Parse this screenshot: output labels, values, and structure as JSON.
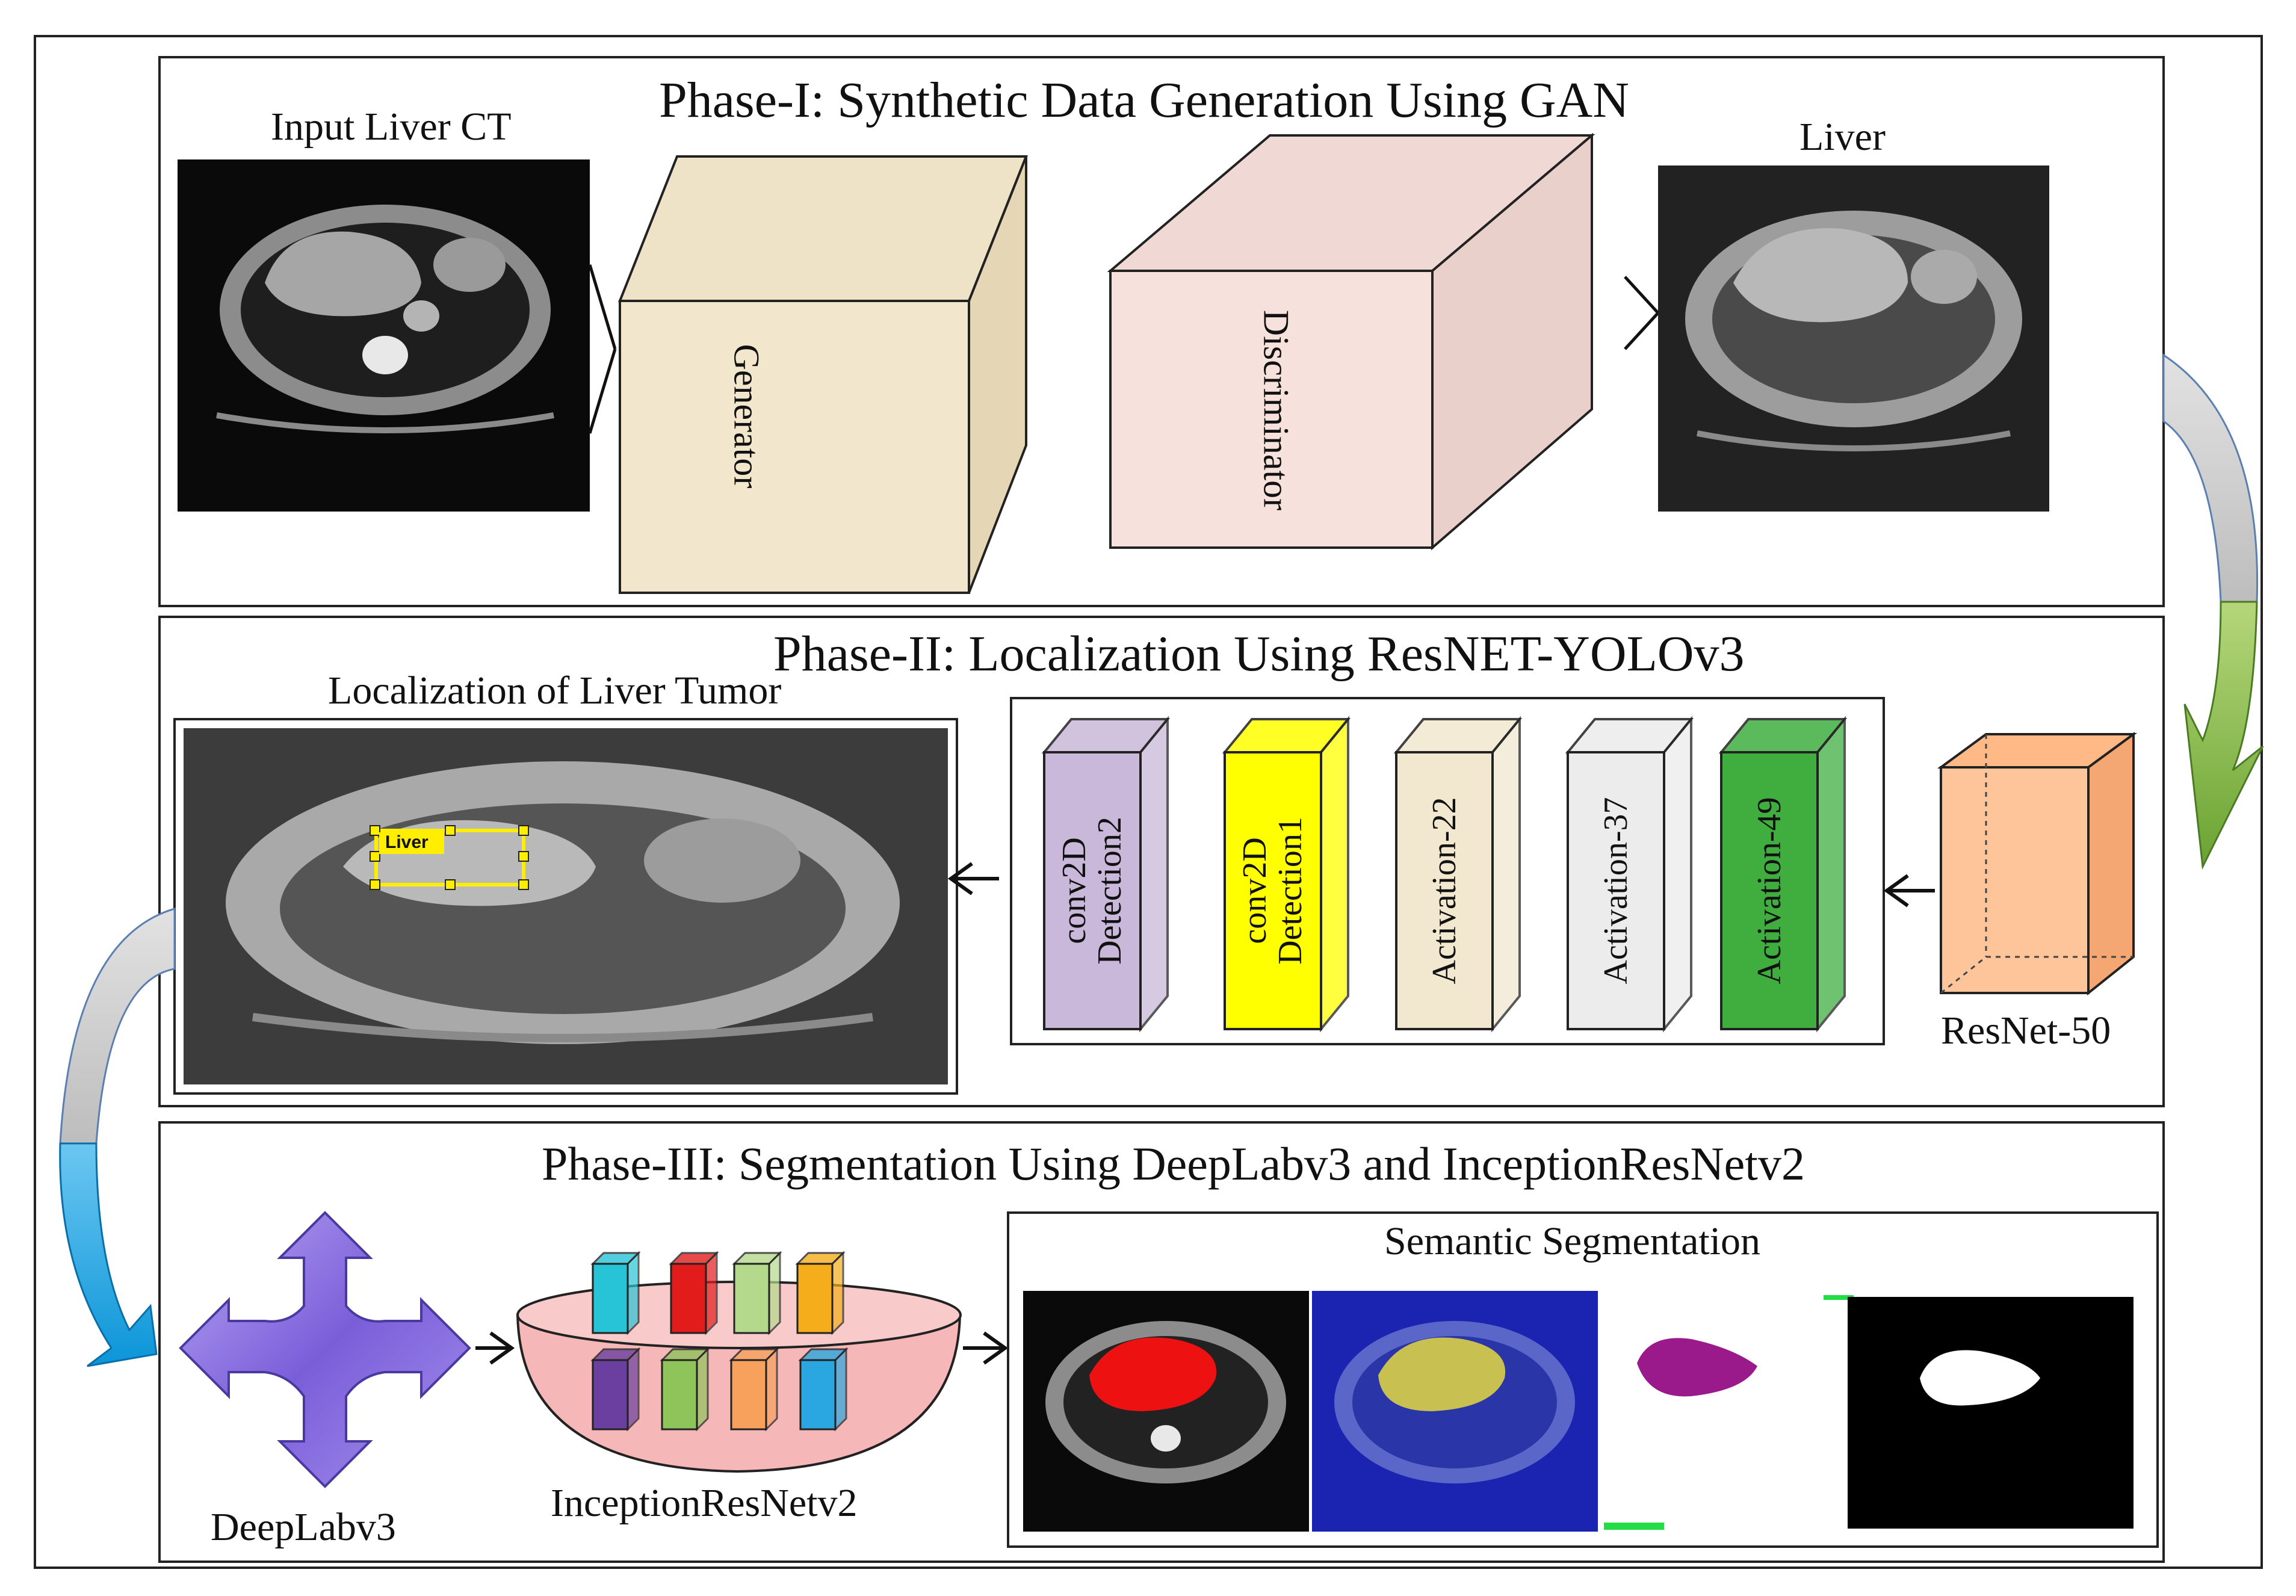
{
  "phase1": {
    "title": "Phase-I: Synthetic Data Generation Using GAN",
    "input_label": "Input Liver CT",
    "generator_label": "Generator",
    "discriminator_label": "Discriminator",
    "output_label": "Liver"
  },
  "phase2": {
    "title": "Phase-II: Localization Using ResNET-YOLOv3",
    "localization_label": "Localization of Liver Tumor",
    "bbox_label": "Liver",
    "layers": [
      {
        "label": "conv2D\nDetection2",
        "color": "#c9b8d9"
      },
      {
        "label": "conv2D\nDetection1",
        "color": "#ffff00"
      },
      {
        "label": "Activation-22",
        "color": "#f2e8cf"
      },
      {
        "label": "Activation-37",
        "color": "#ececec"
      },
      {
        "label": "Activation-49",
        "color": "#3fae3f"
      }
    ],
    "backbone_label": "ResNet-50"
  },
  "phase3": {
    "title": "Phase-III: Segmentation Using DeepLabv3 and InceptionResNetv2",
    "deeplab_label": "DeepLabv3",
    "inception_label": "InceptionResNetv2",
    "semantic_label": "Semantic Segmentation"
  },
  "colors": {
    "generator": "#f2e6cc",
    "discriminator": "#f6e1dc",
    "resnet": "#ffc59a",
    "deeplab": "#8a6ee0",
    "bowl": "#f5b7b7",
    "arrow_green": "#8fbf4a",
    "arrow_blue": "#1aa7e8",
    "arrow_gray": "#d9d9d9"
  }
}
